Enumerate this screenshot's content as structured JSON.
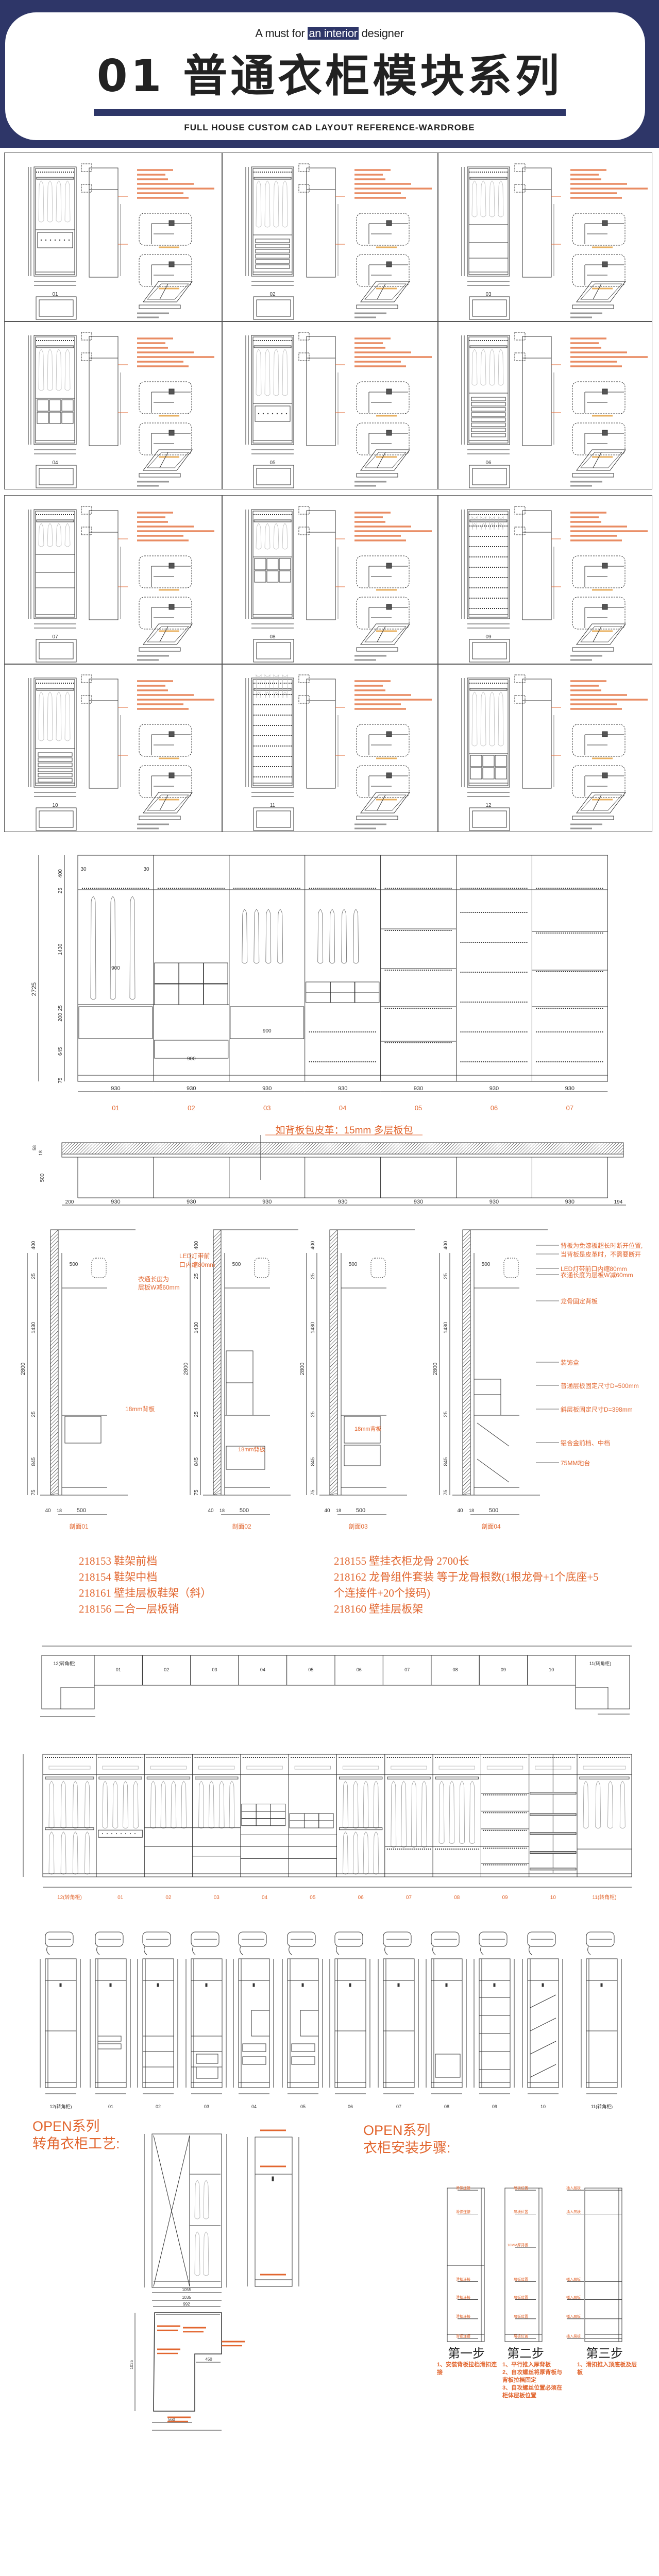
{
  "header": {
    "tagline_pre": "A must for ",
    "tagline_highlight": "an interior",
    "tagline_post": " designer",
    "title": "01 普通衣柜模块系列",
    "subtitle": "FULL HOUSE CUSTOM CAD LAYOUT REFERENCE-WARDROBE",
    "brand_color": "#2e3668",
    "accent_color": "#e2662f"
  },
  "module_grid": {
    "labels": [
      "01",
      "02",
      "03",
      "04",
      "05",
      "06",
      "07",
      "08",
      "09",
      "10",
      "11",
      "12"
    ]
  },
  "elevation_1": {
    "overall_height": "2725",
    "height_chain": [
      "400",
      "25",
      "1430",
      "25",
      "200",
      "645",
      "75"
    ],
    "module_width": "930",
    "widths": [
      "930",
      "930",
      "930",
      "930",
      "930",
      "930",
      "930"
    ],
    "modules": [
      "01",
      "02",
      "03",
      "04",
      "05",
      "06",
      "07"
    ],
    "inner_width": "900",
    "hanger_offset": "30",
    "backing_note": "如背板包皮革：15mm 多层板包",
    "plan_dims": {
      "depth": "500",
      "skin": "58",
      "board": "18",
      "left_end": "200",
      "right_end": "194"
    }
  },
  "sections": {
    "labels": [
      "剖面01",
      "剖面02",
      "剖面03",
      "剖面04"
    ],
    "height_total": "2800",
    "height_chain": [
      "400",
      "25",
      "1430",
      "25",
      "845",
      "75"
    ],
    "bottom_dims": [
      "40",
      "18",
      "500"
    ],
    "shelf_depth": "500",
    "notes_s1": [
      "LED灯带前",
      "口内缩80mm",
      "衣通长度为",
      "层板W减60mm",
      "18mm背板"
    ],
    "notes_s2": [
      "18mm背板"
    ],
    "notes_s3": [
      "18mm背板"
    ],
    "notes_s4": [
      "LED灯带前口内缩80mm",
      "背板为免漆板超长时断开位置,",
      "当背板是皮革时，不需要断开",
      "衣通长度为层板W减60mm",
      "龙骨固定背板",
      "装饰盒",
      "普通层板固定尺寸D=500mm",
      "斜层板固定尺寸D=398mm",
      "铝合金前档、中档",
      "75MM地台"
    ]
  },
  "parts_list": {
    "left": [
      "218153   鞋架前档",
      "218154   鞋架中档",
      "218161   壁挂层板鞋架（斜）",
      "218156   二合一层板销"
    ],
    "right": [
      "218155   壁挂衣柜龙骨 2700长",
      "218162   龙骨组件套装 等于龙骨根数(1根龙骨+1个底座+5",
      "个连接件+20个接码)",
      "218160   壁挂层板架"
    ]
  },
  "run_modules": [
    "12(转角柜)",
    "01",
    "02",
    "03",
    "04",
    "05",
    "06",
    "07",
    "08",
    "09",
    "10",
    "11(转角柜)"
  ],
  "open_series": {
    "left_title": "OPEN系列",
    "left_subtitle": "转角衣柜工艺:",
    "right_title": "OPEN系列",
    "right_subtitle": "衣柜安装步骤:",
    "corner_dims": [
      "1035",
      "1055",
      "992",
      "560",
      "450"
    ],
    "steps": [
      {
        "title": "第一步",
        "notes": [
          "1、安装背板拉档滑扣连接"
        ],
        "tag": "滑扣连接"
      },
      {
        "title": "第二步",
        "notes": [
          "1、平行推入厚背板",
          "2、自攻螺丝将厚背板与背板拉档固定",
          "3、自攻螺丝位置必须在柜体层板位置"
        ],
        "tag": "层板位置",
        "tag2": "18MM厚背板"
      },
      {
        "title": "第三步",
        "notes": [
          "1、滑扣推入顶底板及层板"
        ],
        "tag": "插入层板"
      }
    ]
  }
}
